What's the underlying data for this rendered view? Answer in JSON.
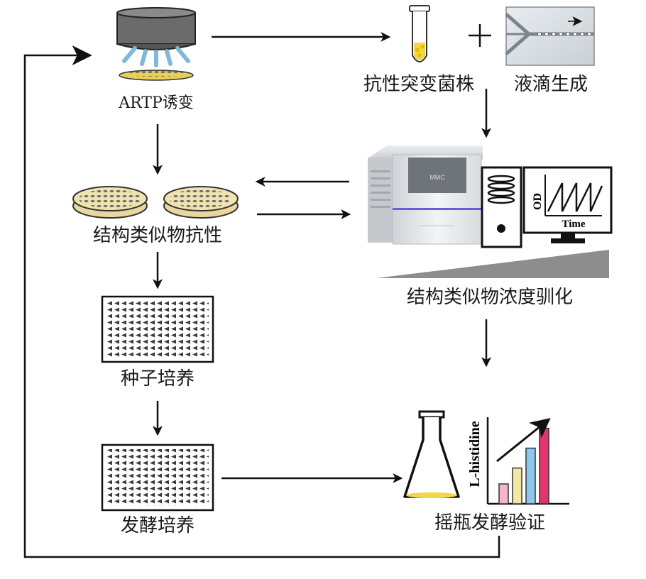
{
  "labels": {
    "artp": "ARTP诱变",
    "resistant_strain": "抗性突变菌株",
    "droplet": "液滴生成",
    "analog_resistance": "结构类似物抗性",
    "domestication": "结构类似物浓度驯化",
    "seed_culture": "种子培养",
    "ferment_culture": "发酵培养",
    "flask_verify": "摇瓶发酵验证"
  },
  "device": {
    "brand": "MMC"
  },
  "monitor": {
    "y_axis": "OD",
    "x_axis": "Time"
  },
  "bar_chart": {
    "y_axis": "L-histidine",
    "values": [
      0.25,
      0.45,
      0.7,
      0.95
    ],
    "colors": [
      "#f4b6c8",
      "#f3e7a6",
      "#8ec7ee",
      "#e5336c"
    ]
  },
  "colors": {
    "line": "#111111",
    "yellow": "#f2d64a",
    "device_stripe": "#6b5bd6"
  }
}
